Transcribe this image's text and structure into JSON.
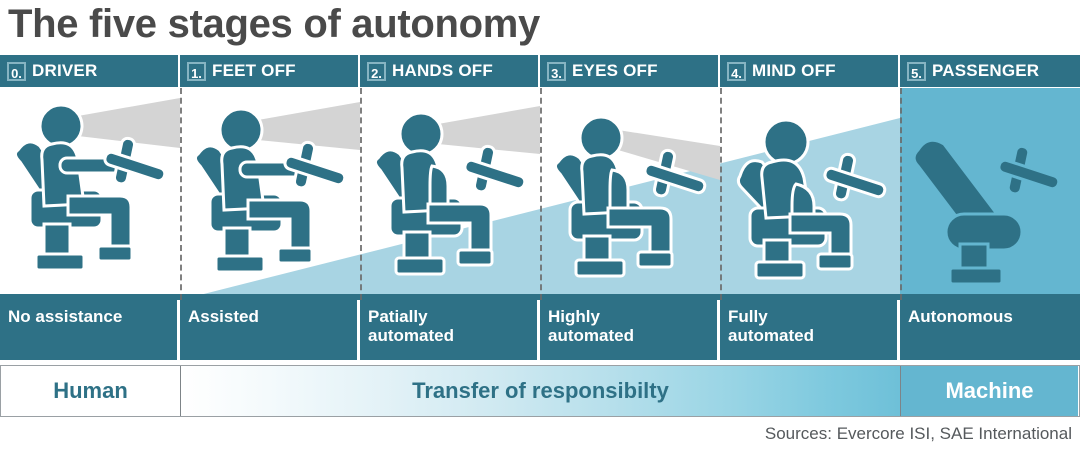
{
  "title": "The five stages of autonomy",
  "colors": {
    "header_bg": "#2e7186",
    "figure": "#2e7186",
    "wedge_light_blue": "#a8d4e3",
    "machine_blue": "#64b6d0",
    "gaze_cone": "#d4d4d4",
    "title_gray": "#4a4a4a",
    "sources_gray": "#55595c"
  },
  "stages": [
    {
      "number": "0.",
      "name": "DRIVER",
      "description": "No assistance",
      "figure": "driver-hands-on-wheel",
      "gaze": "full",
      "panel_bg": "white"
    },
    {
      "number": "1.",
      "name": "FEET OFF",
      "description": "Assisted",
      "figure": "driver-hands-on-wheel",
      "gaze": "full",
      "panel_bg": "white"
    },
    {
      "number": "2.",
      "name": "HANDS OFF",
      "description": "Patially\nautomated",
      "figure": "driver-hands-off",
      "gaze": "full",
      "panel_bg": "white"
    },
    {
      "number": "3.",
      "name": "EYES OFF",
      "description": "Highly\nautomated",
      "figure": "driver-hands-off",
      "gaze": "reduced",
      "panel_bg": "white"
    },
    {
      "number": "4.",
      "name": "MIND OFF",
      "description": "Fully\nautomated",
      "figure": "driver-reclined",
      "gaze": "none",
      "panel_bg": "light-blue"
    },
    {
      "number": "5.",
      "name": "PASSENGER",
      "description": "Autonomous",
      "figure": "empty-seat",
      "gaze": "none",
      "panel_bg": "machine-blue"
    }
  ],
  "responsibility": {
    "human_label": "Human",
    "transfer_label": "Transfer of responsibilty",
    "machine_label": "Machine"
  },
  "sources": "Sources: Evercore ISI, SAE International"
}
